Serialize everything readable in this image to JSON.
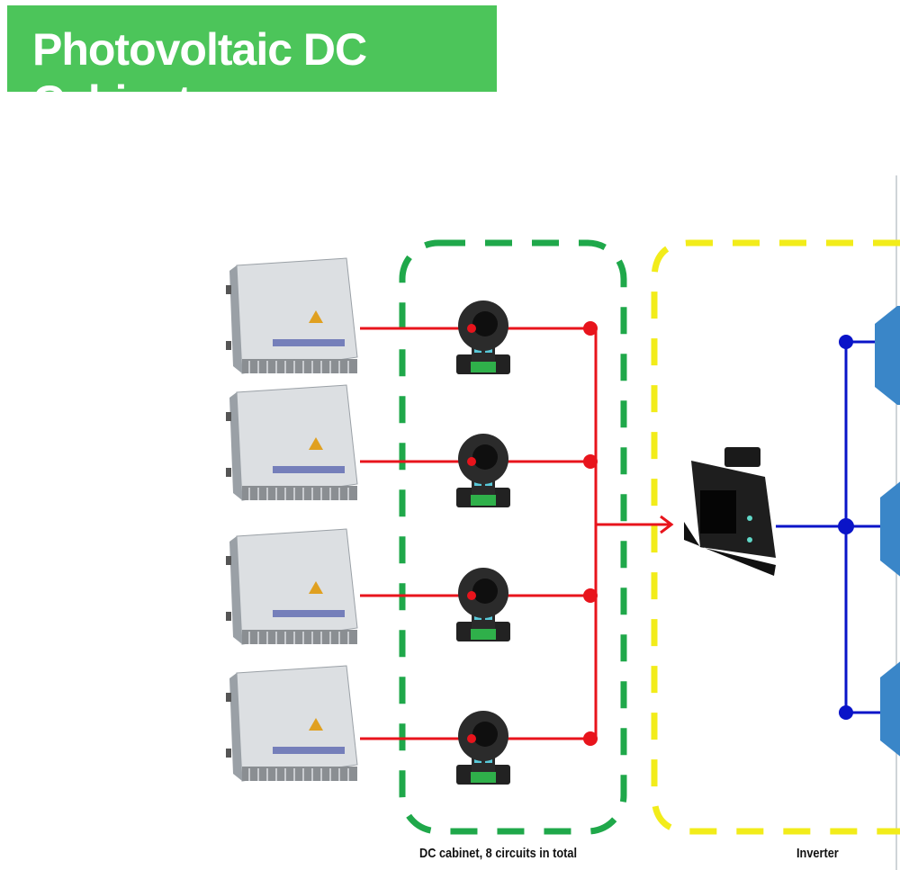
{
  "title": "Photovoltaic DC Cabinet",
  "labels": {
    "dc_cabinet": "DC cabinet, 8 circuits in total",
    "inverter": "Inverter"
  },
  "colors": {
    "banner": "#4cc55a",
    "dc_circuit": "#e8141c",
    "ac_circuit": "#0a14c8",
    "dc_cabinet_border": "#1fa84a",
    "inverter_border": "#f2ec1a"
  }
}
